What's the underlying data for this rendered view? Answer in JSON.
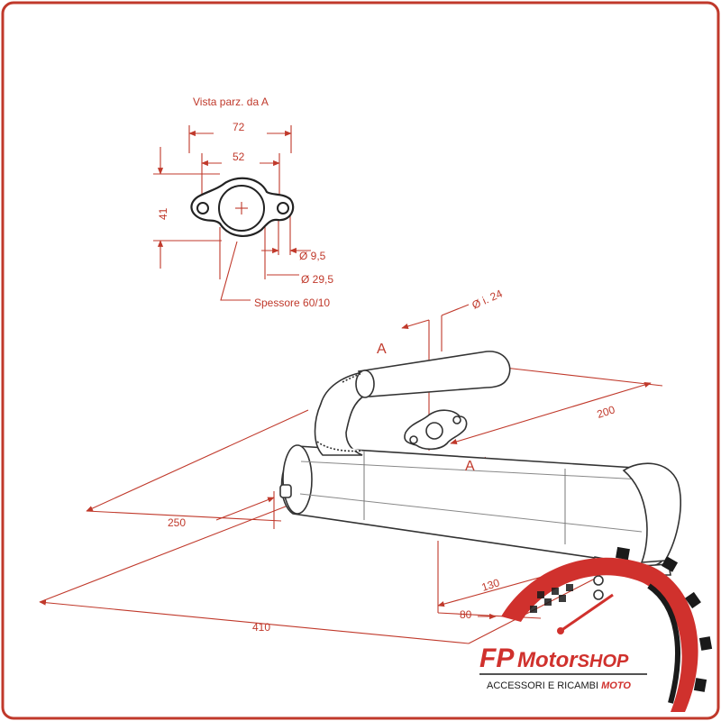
{
  "view": {
    "title": "Vista parz. da A",
    "flange_width": "72",
    "hole_spacing": "52",
    "flange_height": "41",
    "hole_diameter": "Ø 9,5",
    "port_diameter": "Ø 29,5",
    "thickness": "Spessore 60/10"
  },
  "main": {
    "inner_diameter": "Ø i. 24",
    "section_mark_top": "A",
    "section_mark_bottom": "A",
    "dim_200": "200",
    "dim_250": "250",
    "dim_410": "410",
    "dim_130": "130",
    "dim_80": "80"
  },
  "brand": {
    "name_fp": "FP",
    "name_motor": "Motorshop",
    "tagline_main": "ACCESSORI E RICAMBI",
    "tagline_accent": "MOTO",
    "colors": {
      "red": "#d0312d",
      "dark": "#1a1a1a",
      "border": "#c0392b"
    }
  }
}
